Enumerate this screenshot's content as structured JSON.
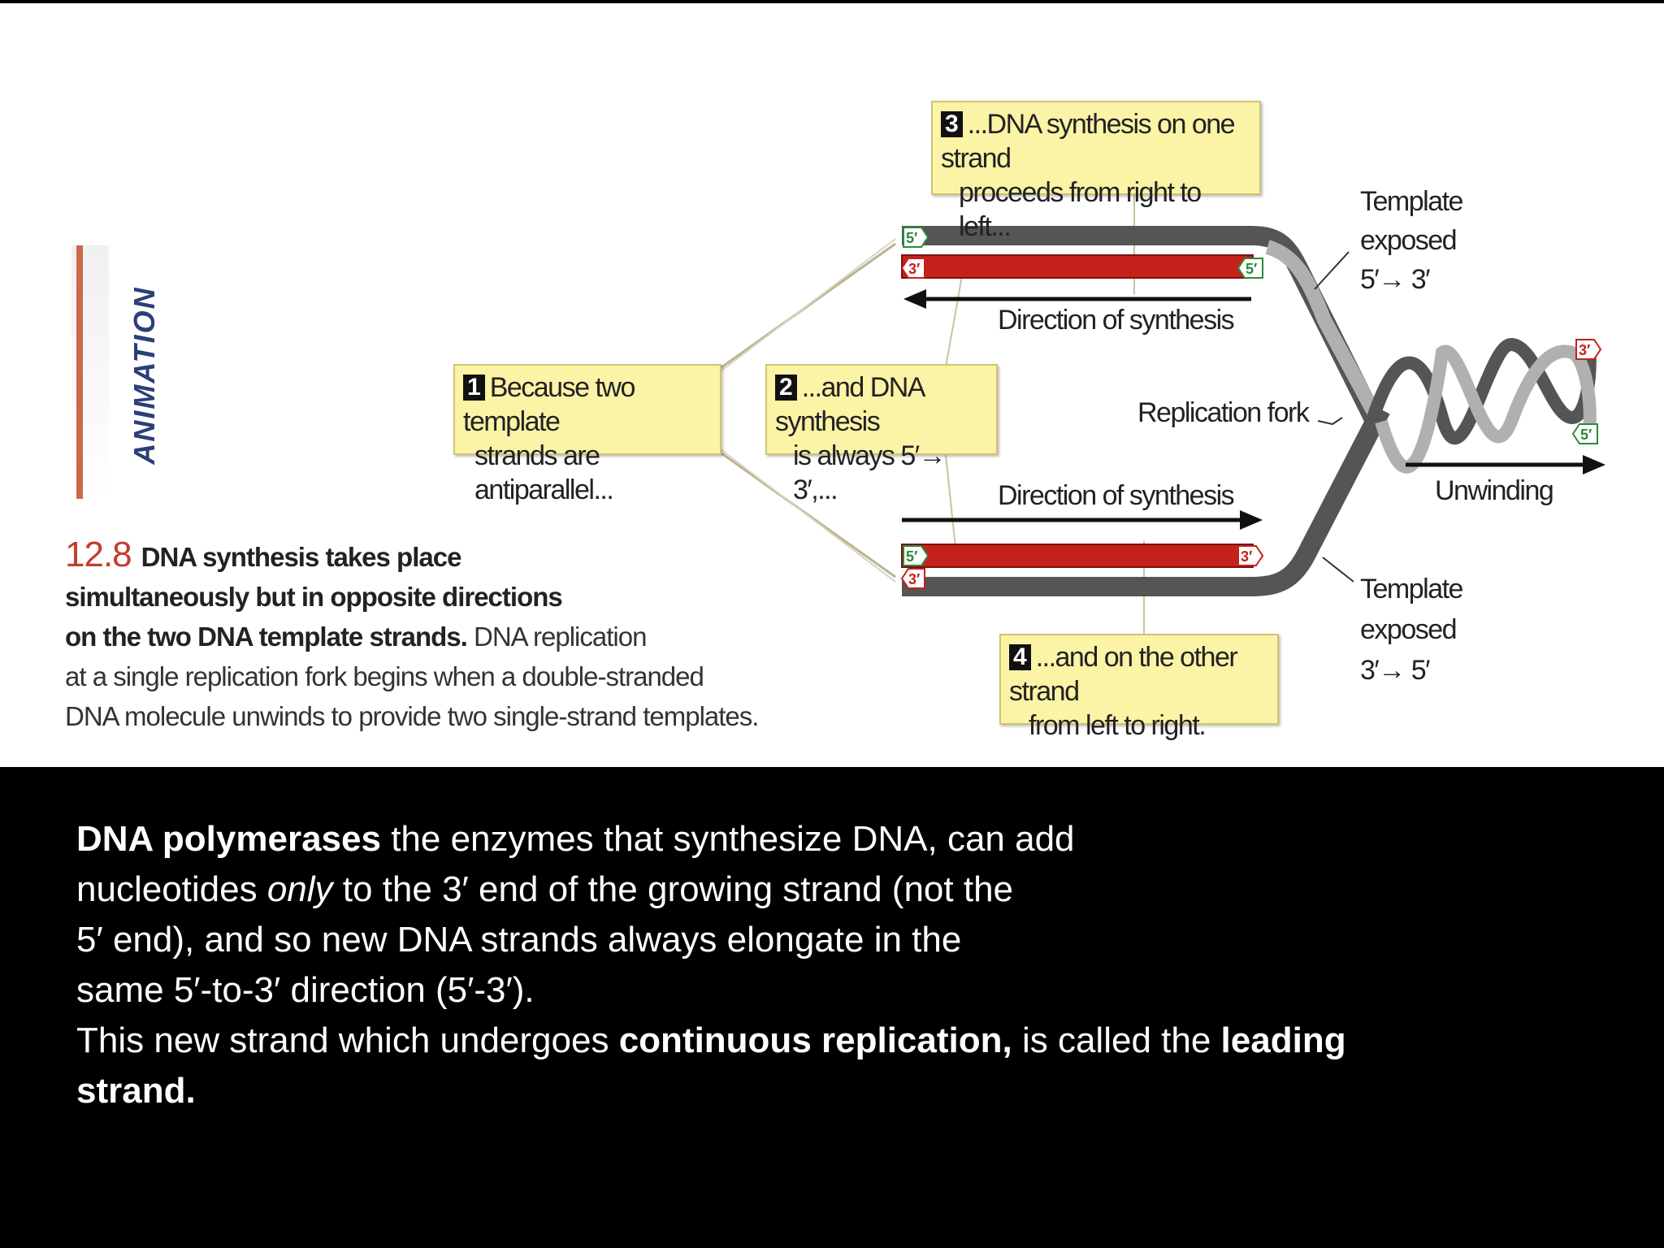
{
  "figure": {
    "side_tab": "ANIMATION",
    "callout1": {
      "num": "1",
      "line1": "Because two template",
      "line2": "strands are antiparallel..."
    },
    "callout2": {
      "num": "2",
      "line1": "...and DNA synthesis",
      "line2": "is always 5′→ 3′,..."
    },
    "callout3": {
      "num": "3",
      "line1": "...DNA synthesis on one strand",
      "line2": "proceeds from right to left..."
    },
    "callout4": {
      "num": "4",
      "line1": "...and on the other strand",
      "line2": "from left to right."
    },
    "direction_top": "Direction of synthesis",
    "direction_bottom": "Direction of synthesis",
    "replication_fork": "Replication fork",
    "unwinding": "Unwinding",
    "template_top": {
      "line1": "Template",
      "line2": "exposed",
      "line3": "5′→ 3′"
    },
    "template_bottom": {
      "line1": "Template",
      "line2": "exposed",
      "line3": "3′→ 5′"
    },
    "end_labels": {
      "five": "5′",
      "three": "3′"
    },
    "colors": {
      "template": "#555555",
      "new_strand": "#c4211b",
      "helix_light": "#b0b0b0",
      "callout_bg": "#fbf3a6"
    },
    "caption": {
      "number": "12.8",
      "bold1": "DNA synthesis takes place",
      "bold2": "simultaneously but in opposite directions",
      "bold3": "on the two DNA template strands.",
      "rest3": " DNA replication",
      "line4": "at a single replication fork begins when a double-stranded",
      "line5": "DNA molecule unwinds to provide two single-strand templates."
    }
  },
  "body_text": {
    "p1_bold": "DNA polymerases",
    "p1_a": " the enzymes that synthesize DNA, can add",
    "p1_b": "nucleotides ",
    "p1_italic": "only",
    "p1_c": " to the 3′ end of the growing strand (not the",
    "p1_d": "5′ end), and so new DNA strands always elongate in the",
    "p1_e": "same 5′-to-3′ direction (5′-3′).",
    "p2_a": "This new strand which undergoes ",
    "p2_bold1": "continuous replication,",
    "p2_b": " is called the ",
    "p2_bold2": "leading",
    "p2_bold3": "strand."
  }
}
